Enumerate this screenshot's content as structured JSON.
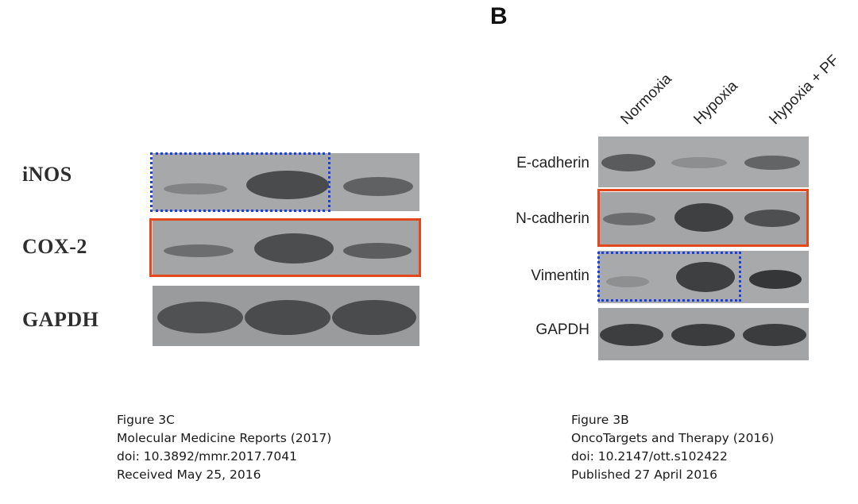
{
  "left_figure": {
    "row_labels": [
      "iNOS",
      "COX-2",
      "GAPDH"
    ],
    "caption": {
      "line1": "Figure 3C",
      "line2": "Molecular Medicine Reports (2017)",
      "line3": "doi: 10.3892/mmr.2017.7041",
      "line4": "Received May 25, 2016"
    }
  },
  "right_figure": {
    "panel_letter": "B",
    "column_labels": [
      "Normoxia",
      "Hypoxia",
      "Hypoxia + PF"
    ],
    "row_labels": [
      "E-cadherin",
      "N-cadherin",
      "Vimentin",
      "GAPDH"
    ],
    "caption": {
      "line1": "Figure 3B",
      "line2": "OncoTargets and Therapy (2016)",
      "line3": "doi: 10.2147/ott.s102422",
      "line4": "Published 27 April 2016"
    }
  },
  "colors": {
    "red_box": "#e4471b",
    "blue_dotted_box": "#1b3fe0",
    "blot_background": "#9fa1a4"
  }
}
